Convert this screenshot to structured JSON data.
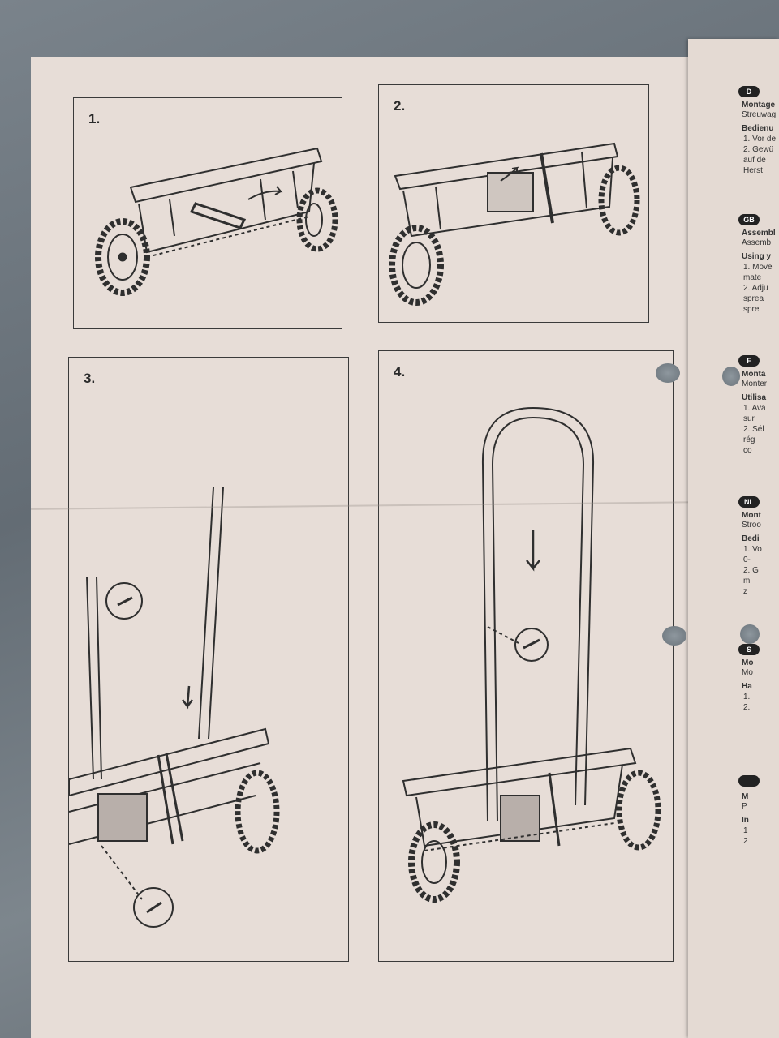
{
  "steps": [
    {
      "label": "1."
    },
    {
      "label": "2."
    },
    {
      "label": "3."
    },
    {
      "label": "4."
    }
  ],
  "sidebar": {
    "sections": [
      {
        "code": "D",
        "heading": "Montage",
        "line": "Streuwag",
        "sub": "Bedienu",
        "items": [
          "1. Vor de",
          "2. Gewü",
          "auf de",
          "Herst"
        ]
      },
      {
        "code": "GB",
        "heading": "Assembl",
        "line": "Assemb",
        "sub": "Using y",
        "items": [
          "1. Move",
          "mate",
          "2. Adju",
          "sprea",
          "spre"
        ]
      },
      {
        "code": "F",
        "heading": "Monta",
        "line": "Monter",
        "sub": "Utilisa",
        "items": [
          "1. Ava",
          "sur",
          "2. Sél",
          "rég",
          "co"
        ]
      },
      {
        "code": "NL",
        "heading": "Mont",
        "line": "Stroo",
        "sub": "Bedi",
        "items": [
          "1. Vo",
          "0-",
          "2. G",
          "m",
          "z"
        ]
      },
      {
        "code": "S",
        "heading": "Mo",
        "line": "Mo",
        "sub": "Ha",
        "items": [
          "1.",
          "2."
        ]
      },
      {
        "code": "",
        "heading": "M",
        "line": "P",
        "sub": "In",
        "items": [
          "1",
          "2"
        ]
      }
    ]
  },
  "colors": {
    "paper": "#e7ddd7",
    "ink": "#2f2f2f",
    "metal": "#6f7880"
  }
}
